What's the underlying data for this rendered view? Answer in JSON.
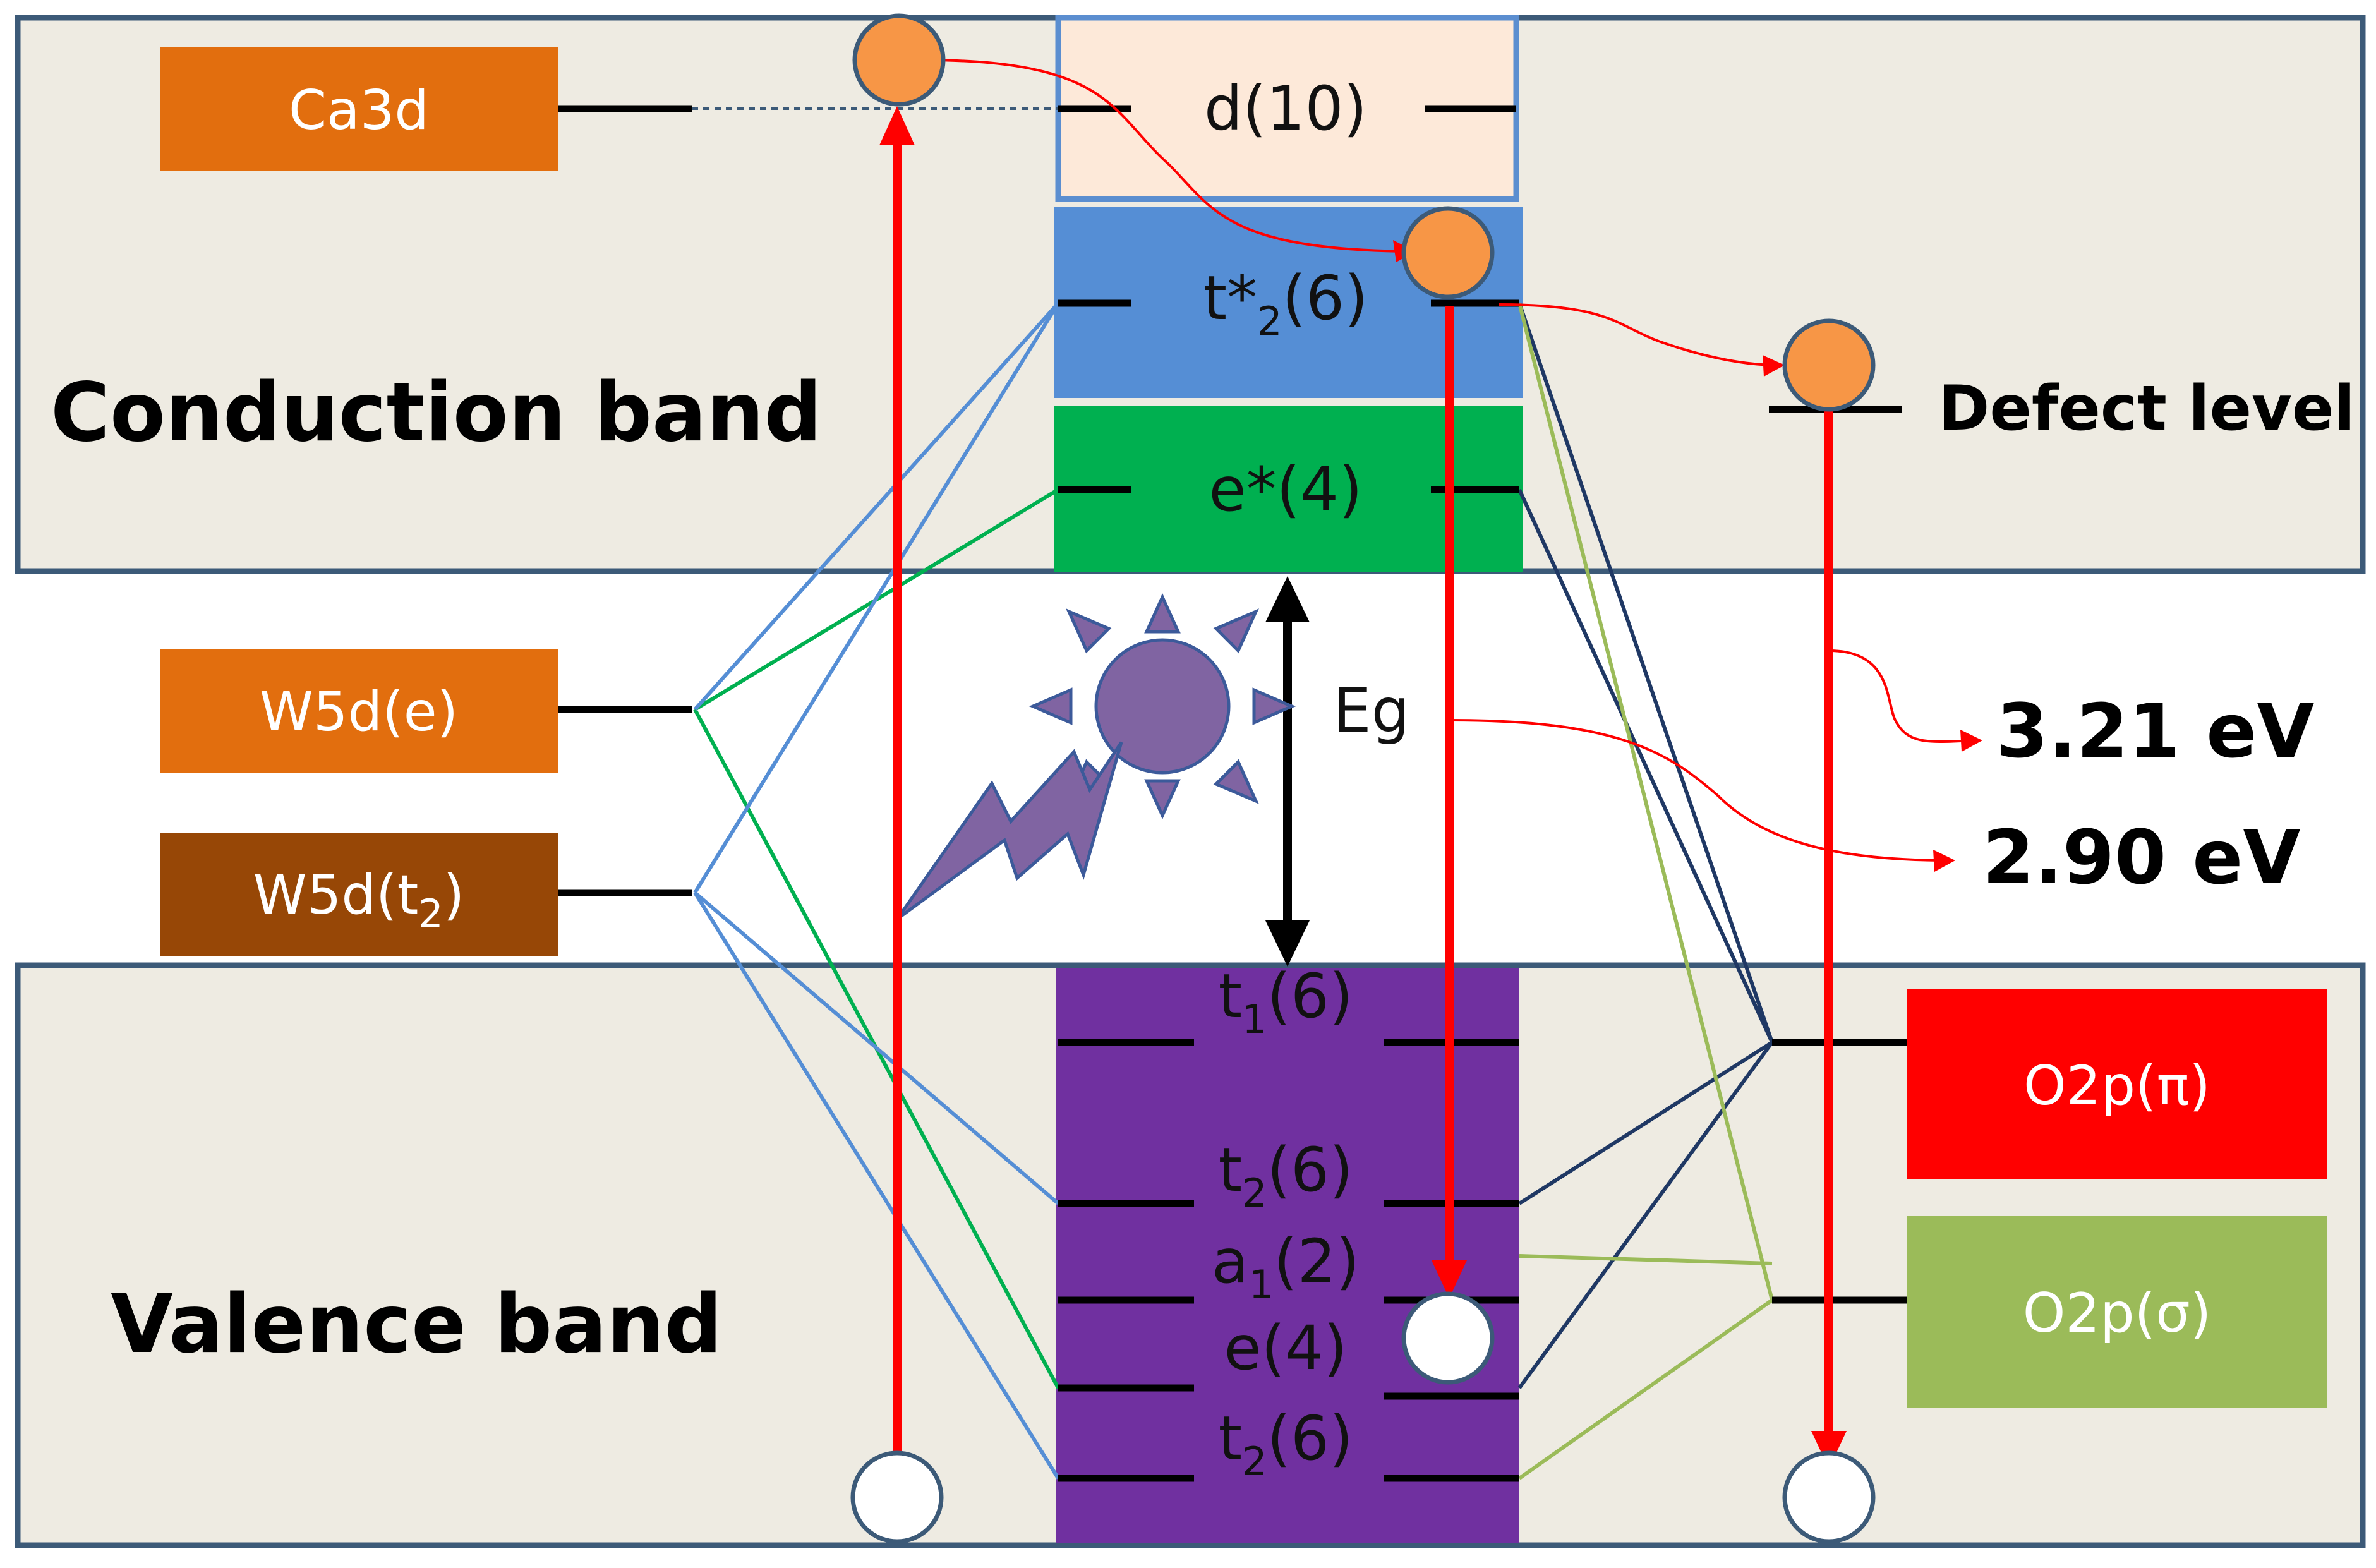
{
  "diagram": {
    "bands": {
      "conduction": "Conduction band",
      "valence": "Valence band"
    },
    "atomic_levels": {
      "ca3d": "Ca3d",
      "w5d_e": "W5d(e)",
      "w5d_t2": "W5d(t",
      "w5d_t2_sub": "2",
      "w5d_t2_close": ")",
      "o2p_pi": "O2p(π)",
      "o2p_sigma": "O2p(σ)"
    },
    "molecular_orbitals": {
      "d10": "d(10)",
      "t2star_pre": "t*",
      "t2star_sub": "2",
      "t2star_post": "(6)",
      "estar": "e*(4)",
      "t1_pre": "t",
      "t1_sub": "1",
      "t1_post": "(6)",
      "t2a_pre": "t",
      "t2a_sub": "2",
      "t2a_post": "(6)",
      "a1_pre": "a",
      "a1_sub": "1",
      "a1_post": "(2)",
      "e4": "e(4)",
      "t2b_pre": "t",
      "t2b_sub": "2",
      "t2b_post": "(6)"
    },
    "gap_label": "Eg",
    "defect_label": "Defect level",
    "emissions": [
      "3.21 eV",
      "2.90 eV"
    ],
    "colors": {
      "band_fill": "#eeebe2",
      "band_border": "#3c5a78",
      "ca3d_box": "#e26e0e",
      "w5d_e_box": "#e26e0e",
      "w5d_t2_box": "#974706",
      "o2p_pi_box": "#ff0000",
      "o2p_sigma_box": "#9bbb59",
      "d10_box": "#fde9d9",
      "t2star_box": "#558ed5",
      "estar_box": "#00b050",
      "valence_mo_box": "#7030a0",
      "electron": "#f79646",
      "transition_arrow": "#ff0000",
      "sun": "#8064a2"
    }
  }
}
